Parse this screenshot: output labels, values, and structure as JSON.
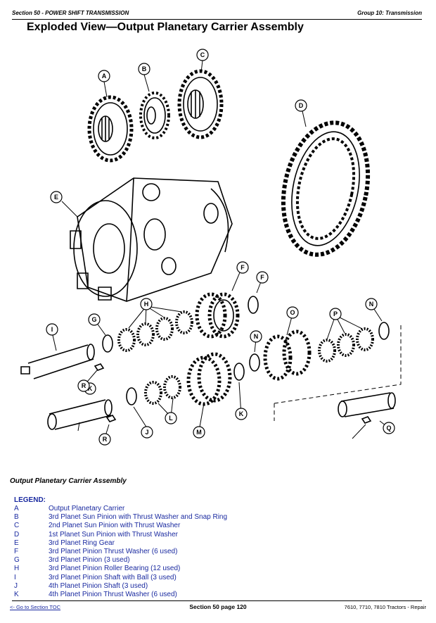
{
  "header": {
    "section": "Section 50 - POWER SHIFT TRANSMISSION",
    "group": "Group 10: Transmission"
  },
  "title": "Exploded View—Output Planetary Carrier Assembly",
  "caption": "Output Planetary Carrier Assembly",
  "legend_title": "LEGEND:",
  "legend": [
    {
      "key": "A",
      "text": "Output Planetary Carrier"
    },
    {
      "key": "B",
      "text": "3rd Planet Sun Pinion with Thrust Washer and Snap Ring"
    },
    {
      "key": "C",
      "text": "2nd Planet Sun Pinion with Thrust Washer"
    },
    {
      "key": "D",
      "text": "1st Planet Sun Pinion with Thrust Washer"
    },
    {
      "key": "E",
      "text": "3rd Planet Ring Gear"
    },
    {
      "key": "F",
      "text": "3rd Planet Pinion Thrust Washer (6 used)"
    },
    {
      "key": "G",
      "text": "3rd Planet Pinion (3 used)"
    },
    {
      "key": "H",
      "text": "3rd Planet Pinion Roller Bearing (12 used)"
    },
    {
      "key": "I",
      "text": "3rd Planet Pinion Shaft with Ball (3 used)"
    },
    {
      "key": "J",
      "text": "4th Planet Pinion Shaft (3 used)"
    },
    {
      "key": "K",
      "text": "4th Planet Pinion Thrust Washer (6 used)"
    }
  ],
  "callouts": [
    "A",
    "B",
    "C",
    "D",
    "E",
    "F",
    "F",
    "G",
    "H",
    "I",
    "J",
    "K",
    "K",
    "L",
    "M",
    "N",
    "N",
    "O",
    "P",
    "Q",
    "R",
    "R"
  ],
  "footer": {
    "toc_link": "<- Go to Section TOC",
    "page": "Section 50 page 120",
    "models": "7610, 7710, 7810 Tractors - Repair"
  }
}
